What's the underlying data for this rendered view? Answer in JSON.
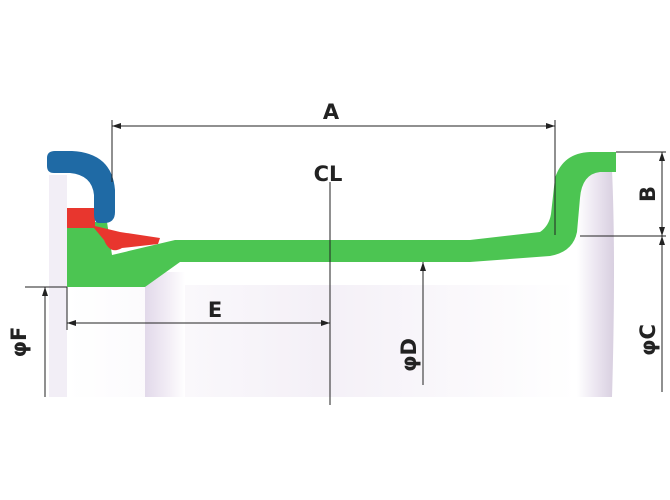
{
  "labels": {
    "a": "A",
    "b": "B",
    "c": "φC",
    "d": "φD",
    "e": "E",
    "f": "φF",
    "cl": "CL"
  },
  "colors": {
    "pipe_wall": "#4cc552",
    "gasket_blue": "#1f6aa5",
    "gasket_red": "#e8362e",
    "bore_shade": "#ece6f1"
  }
}
